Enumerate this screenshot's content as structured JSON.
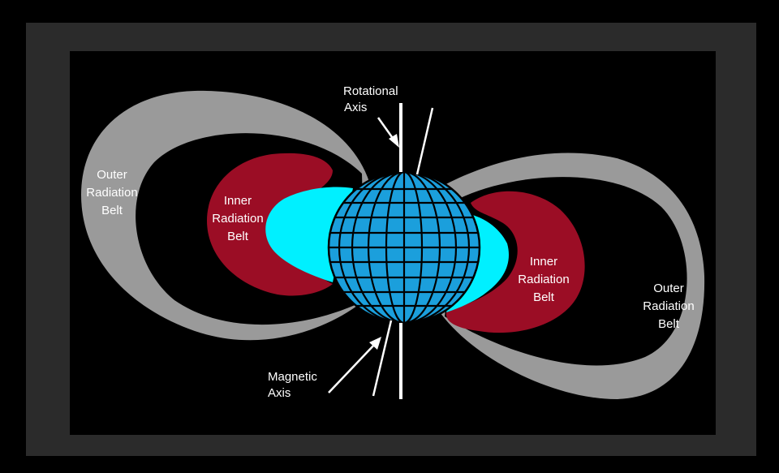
{
  "labels": {
    "rotational_axis_line1": "Rotational",
    "rotational_axis_line2": "Axis",
    "magnetic_axis_line1": "Magnetic",
    "magnetic_axis_line2": "Axis",
    "outer_left_line1": "Outer",
    "outer_left_line2": "Radiation",
    "outer_left_line3": "Belt",
    "inner_left_line1": "Inner",
    "inner_left_line2": "Radiation",
    "inner_left_line3": "Belt",
    "inner_right_line1": "Inner",
    "inner_right_line2": "Radiation",
    "inner_right_line3": "Belt",
    "outer_right_line1": "Outer",
    "outer_right_line2": "Radiation",
    "outer_right_line3": "Belt"
  },
  "colors": {
    "outer_frame": "#000000",
    "border_band": "#2b2b2b",
    "panel": "#000000",
    "outer_belt": "#9a9a9a",
    "inner_belt": "#9b0d25",
    "cyan_region": "#00f0ff",
    "earth": "#1b9fdc",
    "earth_grid": "#000000",
    "axis_line": "#ffffff",
    "label_text": "#ffffff"
  }
}
